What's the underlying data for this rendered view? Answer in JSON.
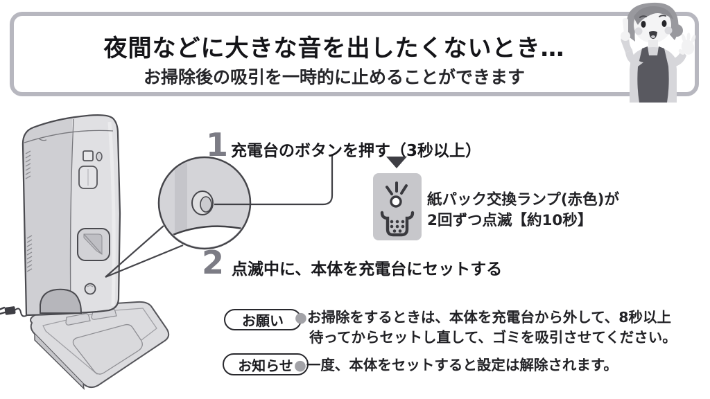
{
  "header": {
    "title": "夜間などに大きな音を出したくないとき…",
    "subtitle": "お掃除後の吸引を一時的に止めることができます"
  },
  "steps": {
    "step1": {
      "number": "1",
      "text": "充電台のボタンを押す（3秒以上）"
    },
    "step2": {
      "number": "2",
      "text": "点滅中に、本体を充電台にセットする"
    }
  },
  "lamp_panel": {
    "line1": "紙パック交換ランプ(赤色)が",
    "line2": "2回ずつ点滅【約10秒】"
  },
  "notes": {
    "request": {
      "label": "お願い",
      "bullet": "●",
      "line1": "お掃除をするときは、本体を充電台から外して、8秒以上",
      "line2": "待ってからセットし直して、ゴミを吸引させてください。"
    },
    "info": {
      "label": "お知らせ",
      "bullet": "●",
      "line1": "一度、本体をセットすると設定は解除されます。"
    }
  },
  "icons": {
    "lamp_blink": "blinking-lamp-icon",
    "paper_pack": "paper-pack-icon",
    "down_arrow": "down-arrow-icon",
    "device": "charging-dock-illustration",
    "mascot": "housewife-mascot-illustration"
  },
  "colors": {
    "header_border": "#b7b7bf",
    "step_number": "#7c7c85",
    "lamp_panel_bg": "#c7c7cb",
    "bullet": "#a2a2a7",
    "text": "#18181c"
  }
}
